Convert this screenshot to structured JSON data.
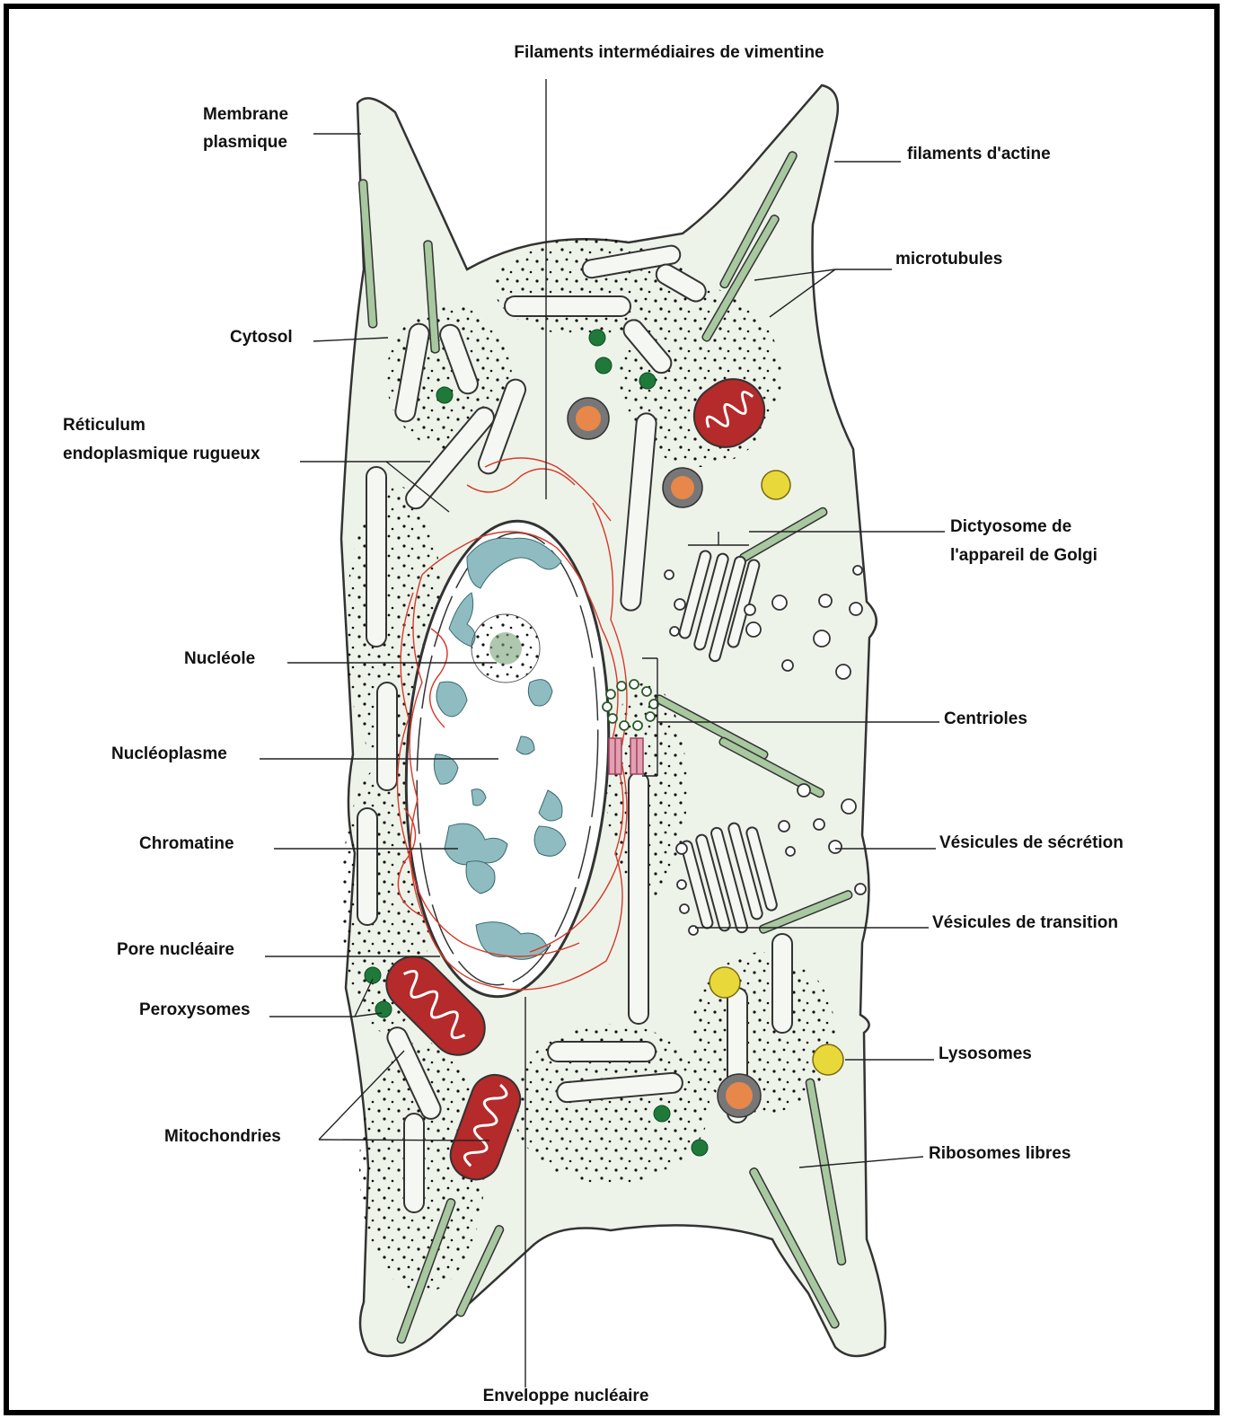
{
  "labels": {
    "vimentine": "Filaments intermédiaires de vimentine",
    "membrane_1": "Membrane",
    "membrane_2": "plasmique",
    "actine": "filaments d'actine",
    "microtubules": "microtubules",
    "cytosol": "Cytosol",
    "reticulum_1": "Réticulum",
    "reticulum_2": "endoplasmique rugueux",
    "dictyosome_1": "Dictyosome de",
    "dictyosome_2": "l'appareil de Golgi",
    "nucleole": "Nucléole",
    "centrioles": "Centrioles",
    "nucleoplasme": "Nucléoplasme",
    "chromatine": "Chromatine",
    "vesicules_secretion": "Vésicules de sécrétion",
    "vesicules_transition": "Vésicules de transition",
    "pore": "Pore nucléaire",
    "peroxysomes": "Peroxysomes",
    "lysosomes": "Lysosomes",
    "mitochondries": "Mitochondries",
    "ribosomes": "Ribosomes libres",
    "enveloppe": "Enveloppe nucléaire"
  },
  "colors": {
    "cytoplasm": "#eef3ea",
    "actin": "#a8c8a0",
    "mitochondria": "#b52a2a",
    "peroxisome": "#1f7a3a",
    "lysosome": "#e8d83a",
    "endosome": "#e8874a",
    "chromatin": "#8fbcc0",
    "vimentin": "#d63a2a",
    "centriole": "#e2a0b0"
  }
}
